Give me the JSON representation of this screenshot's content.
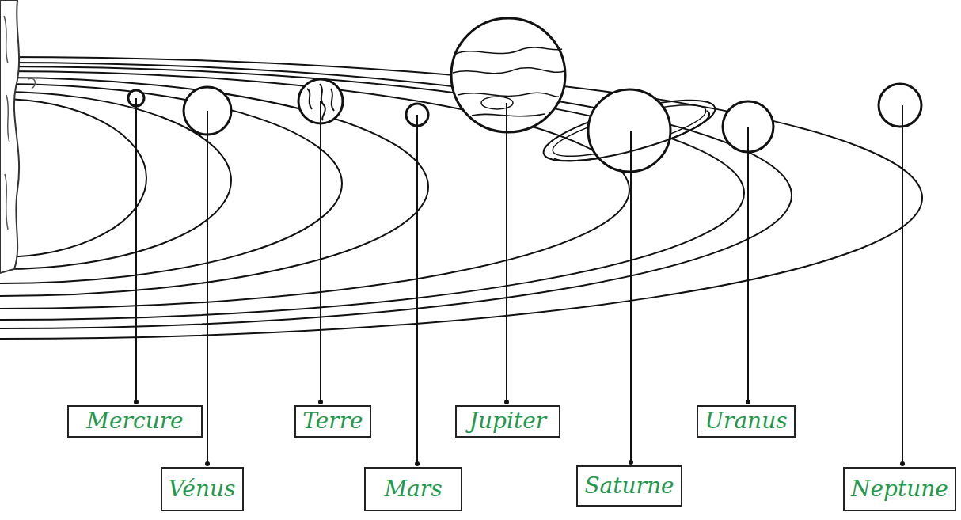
{
  "diagram": {
    "nodes": [
      {
        "text": [
          "Mercure"
        ]
      },
      {
        "text": [
          "Vénus"
        ]
      },
      {
        "text": [
          "Terre"
        ]
      },
      {
        "text": [
          "Mars"
        ]
      },
      {
        "text": [
          "Jupiter"
        ]
      },
      {
        "text": [
          "Saturne"
        ]
      },
      {
        "text": [
          "Uranus"
        ]
      },
      {
        "text": [
          "Neptune"
        ]
      }
    ]
  }
}
